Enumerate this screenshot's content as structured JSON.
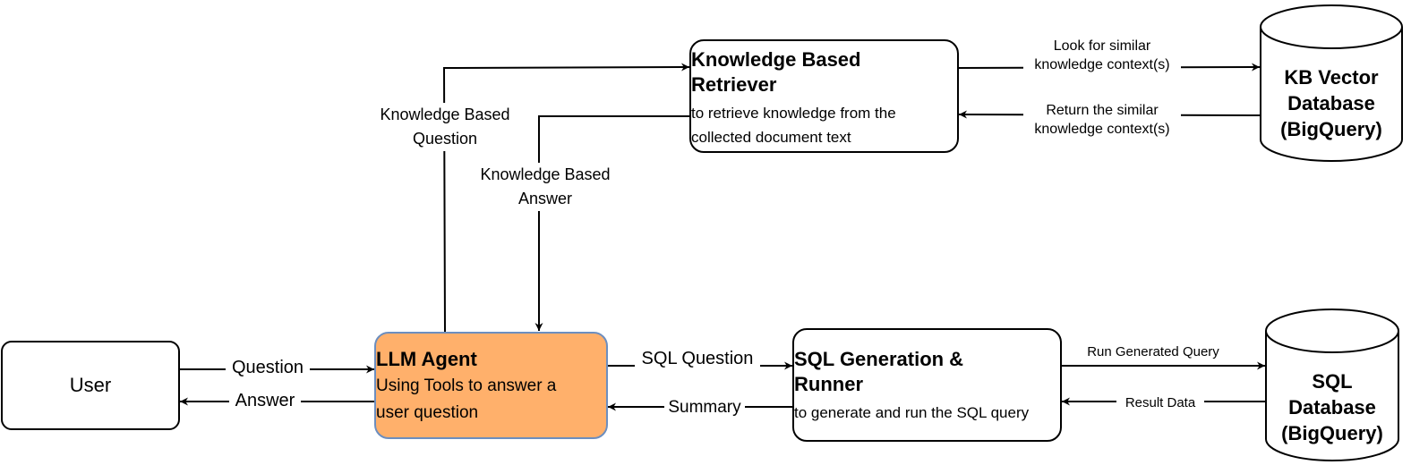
{
  "nodes": {
    "user": {
      "label": "User"
    },
    "llm_agent": {
      "title": "LLM Agent",
      "desc_line1": "Using Tools to answer a",
      "desc_line2": "user question",
      "fill": "#FFB06B",
      "border": "#6C8EBF"
    },
    "kb_retriever": {
      "title_line1": "Knowledge Based",
      "title_line2": "Retriever",
      "desc_line1": "to retrieve knowledge from the",
      "desc_line2": "collected document text"
    },
    "sql_runner": {
      "title_line1": "SQL Generation &",
      "title_line2": "Runner",
      "desc": "to generate and run the SQL query"
    },
    "kb_db": {
      "line1": "KB Vector",
      "line2": "Database",
      "line3": "(BigQuery)"
    },
    "sql_db": {
      "line1": "SQL",
      "line2": "Database",
      "line3": "(BigQuery)"
    }
  },
  "edges": {
    "question": "Question",
    "answer": "Answer",
    "kb_question_line1": "Knowledge Based",
    "kb_question_line2": "Question",
    "kb_answer_line1": "Knowledge Based",
    "kb_answer_line2": "Answer",
    "look_similar_line1": "Look for similar",
    "look_similar_line2": "knowledge context(s)",
    "return_similar_line1": "Return the similar",
    "return_similar_line2": "knowledge context(s)",
    "sql_question": "SQL Question",
    "summary": "Summary",
    "run_query": "Run Generated Query",
    "result_data": "Result Data"
  }
}
